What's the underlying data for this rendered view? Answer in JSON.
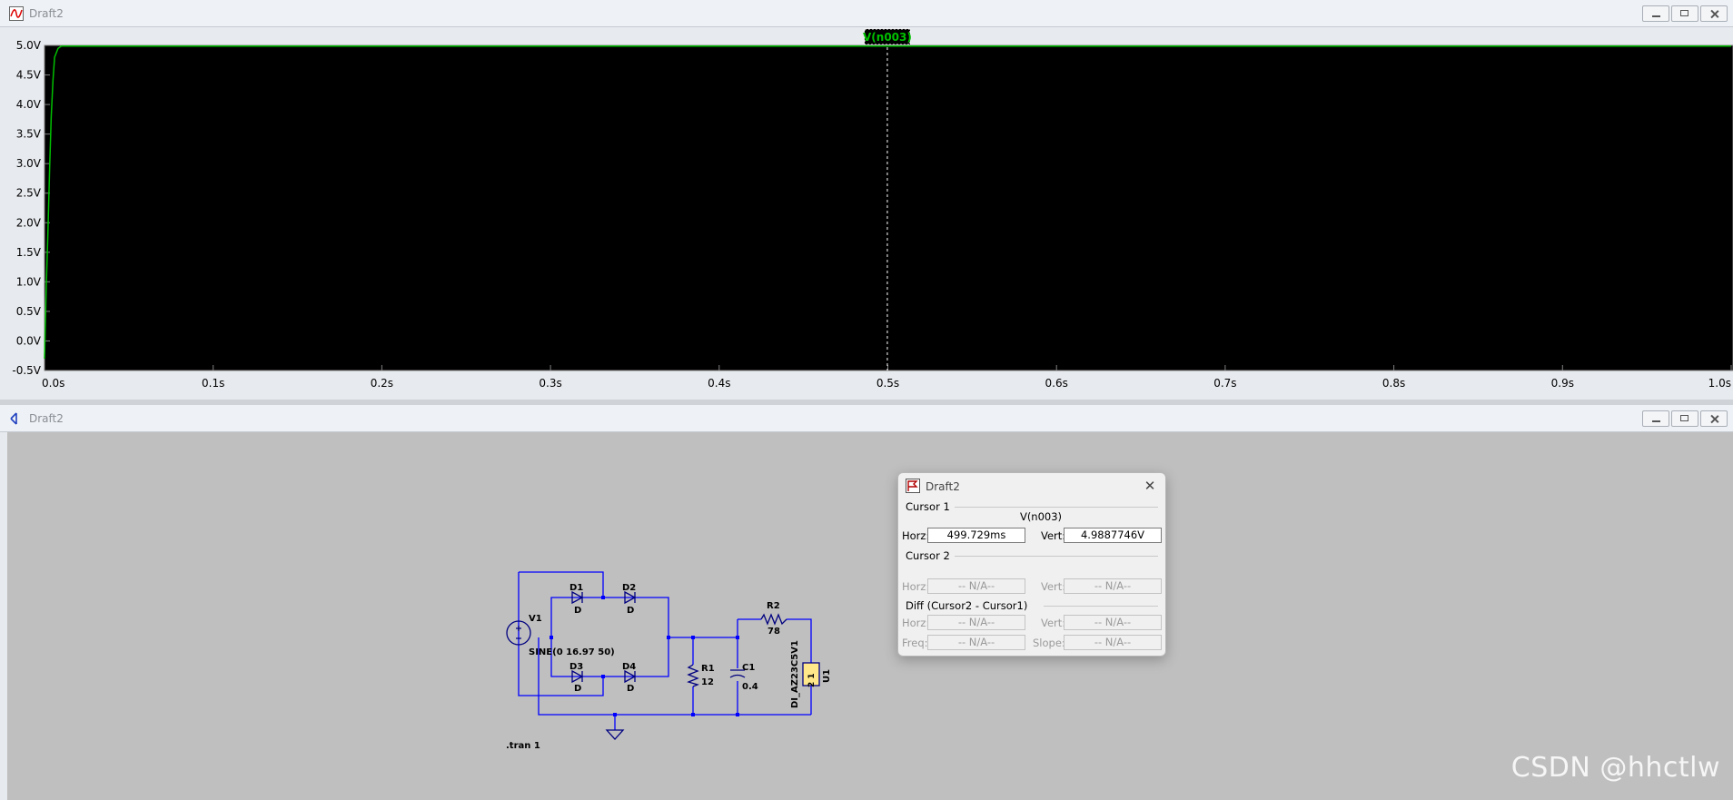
{
  "waveform_window": {
    "title": "Draft2",
    "trace_label": "V(n003)",
    "colors": {
      "background": "#000000",
      "trace": "#00c000",
      "axis": "#808080"
    }
  },
  "chart_data": {
    "type": "line",
    "title": "",
    "xlabel": "",
    "ylabel": "",
    "xlim": [
      0.0,
      1.0
    ],
    "ylim": [
      -0.5,
      5.0
    ],
    "x_ticks": [
      "0.0s",
      "0.1s",
      "0.2s",
      "0.3s",
      "0.4s",
      "0.5s",
      "0.6s",
      "0.7s",
      "0.8s",
      "0.9s",
      "1.0s"
    ],
    "x_tick_values": [
      0.0,
      0.1,
      0.2,
      0.3,
      0.4,
      0.5,
      0.6,
      0.7,
      0.8,
      0.9,
      1.0
    ],
    "y_ticks": [
      "5.0V",
      "4.5V",
      "4.0V",
      "3.5V",
      "3.0V",
      "2.5V",
      "2.0V",
      "1.5V",
      "1.0V",
      "0.5V",
      "0.0V",
      "-0.5V"
    ],
    "y_tick_values": [
      5.0,
      4.5,
      4.0,
      3.5,
      3.0,
      2.5,
      2.0,
      1.5,
      1.0,
      0.5,
      0.0,
      -0.5
    ],
    "grid": false,
    "cursor_x": 0.4997,
    "series": [
      {
        "name": "V(n003)",
        "color": "#00c000",
        "x": [
          0.0,
          0.001,
          0.002,
          0.003,
          0.004,
          0.005,
          0.006,
          0.008,
          0.01,
          0.05,
          0.1,
          0.2,
          0.3,
          0.4,
          0.5,
          0.6,
          0.7,
          0.8,
          0.9,
          1.0
        ],
        "y": [
          -0.3,
          0.9,
          1.8,
          2.9,
          3.8,
          4.4,
          4.8,
          4.95,
          4.99,
          4.99,
          4.99,
          4.99,
          4.99,
          4.99,
          4.99,
          4.99,
          4.99,
          4.99,
          4.99,
          4.99
        ]
      }
    ]
  },
  "schematic_window": {
    "title": "Draft2",
    "labels": {
      "V1": "V1",
      "V1_value": "SINE(0 16.97 50)",
      "D1": "D1",
      "D2": "D2",
      "D3": "D3",
      "D4": "D4",
      "D_model": "D",
      "R1": "R1",
      "R1_value": "12",
      "R2": "R2",
      "R2_value": "78",
      "C1": "C1",
      "C1_value": "0.4",
      "U1": "U1",
      "U1_model": "DI_AZ23C5V1",
      "U1_pins": "2 1",
      "directive": ".tran 1"
    },
    "colors": {
      "canvas": "#bfbfbf",
      "wire": "#0000ff",
      "component": "#000080"
    }
  },
  "cursor_dialog": {
    "title": "Draft2",
    "cursor1_label": "Cursor 1",
    "trace": "V(n003)",
    "horz_label": "Horz:",
    "vert_label": "Vert:",
    "cursor1_horz": "499.729ms",
    "cursor1_vert": "4.9887746V",
    "cursor2_label": "Cursor 2",
    "cursor2_horz": "-- N/A--",
    "cursor2_vert": "-- N/A--",
    "diff_label": "Diff (Cursor2 - Cursor1)",
    "diff_horz": "-- N/A--",
    "diff_vert": "-- N/A--",
    "freq_label": "Freq:",
    "slope_label": "Slope:",
    "diff_freq": "-- N/A--",
    "diff_slope": "-- N/A--"
  },
  "watermark": "CSDN @hhctlw"
}
